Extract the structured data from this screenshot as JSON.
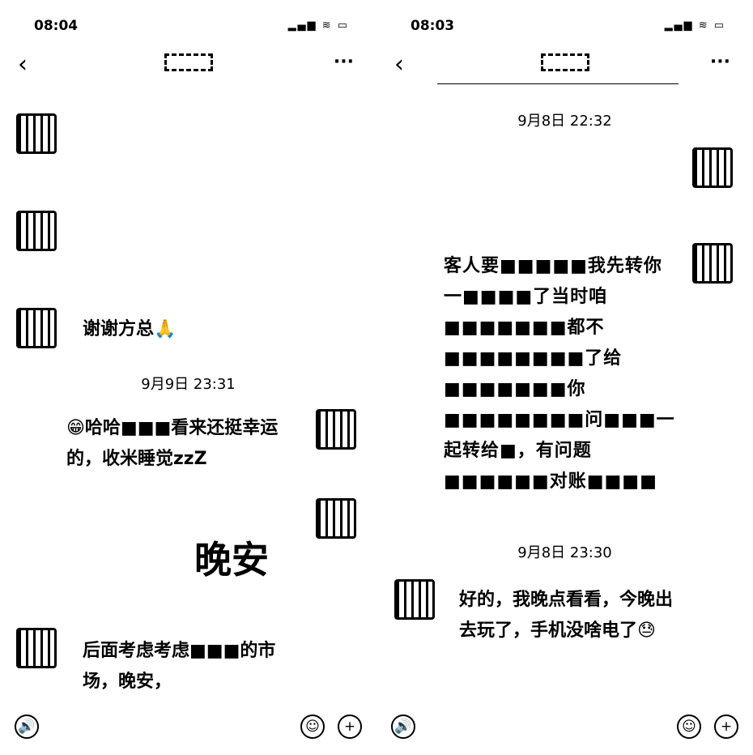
{
  "left": {
    "time": "08:04",
    "status": "▂▄▆ ≋ ▭",
    "more": "···",
    "back": "‹",
    "messages": [
      "谢谢方总🙏",
      "9月9日 23:31",
      "😁哈哈■■■看来还挺幸运的，收米睡觉zzZ",
      "晚安",
      "后面考虑考虑■■■的市场，晚安，"
    ]
  },
  "right": {
    "time": "08:03",
    "status": "▂▄▆ ≋ ▭",
    "more": "···",
    "back": "‹",
    "messages": [
      "9月8日 22:32",
      "客人要■■■■■我先转你一■■■■了当时咱■■■■■■■都不■■■■■■■■了给■■■■■■■你■■■■■■■■问■■■一起转给■，有问题■■■■■■对账■■■■",
      "9月8日 23:30",
      "好的，我晚点看看，今晚出去玩了，手机没啥电了😓"
    ]
  },
  "toolbar": {
    "voice": "🔊",
    "emoji": "☺",
    "plus": "+"
  }
}
